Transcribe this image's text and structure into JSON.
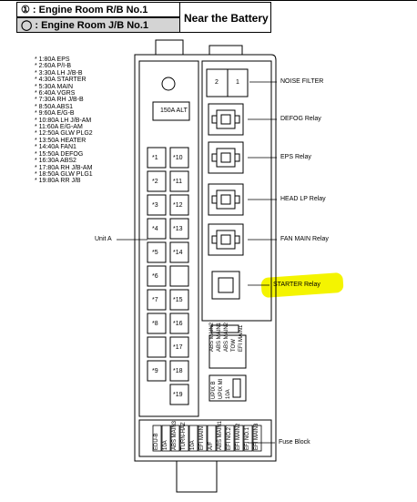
{
  "legend": {
    "row1": "① : Engine Room R/B No.1",
    "row2": "◯ : Engine Room J/B No.1",
    "location": "Near the Battery"
  },
  "fuses": [
    "* 1:80A EPS",
    "* 2:60A P/I-B",
    "* 3:30A LH J/B-B",
    "* 4:30A STARTER",
    "* 5:30A MAIN",
    "* 6:40A VGRS",
    "* 7:30A RH J/B-B",
    "* 8:50A ABS1",
    "* 9:60A E/G-B",
    "* 10:80A LH J/B-AM",
    "* 11:60A E/G-AM",
    "* 12:50A GLW PLG2",
    "* 13:50A HEATER",
    "* 14:40A FAN1",
    "* 15:50A DEFOG",
    "* 16:30A ABS2",
    "* 17:80A RH J/B-AM",
    "* 18:50A GLW PLG1",
    "* 19:80A RR J/B"
  ],
  "callouts": {
    "noise_filter": "NOISE FILTER",
    "defog_relay": "DEFOG Relay",
    "eps_relay": "EPS Relay",
    "head_lp_relay": "HEAD LP Relay",
    "fan_main_relay": "FAN MAIN Relay",
    "starter_relay": "STARTER Relay",
    "unit_a": "Unit A",
    "fuse_block": "Fuse Block"
  },
  "box_labels": {
    "alt": "150A ALT",
    "nf1": "2",
    "nf2": "1",
    "left_col": [
      "*1",
      "*2",
      "*3",
      "*4",
      "*5",
      "*6",
      "*7",
      "*8",
      "",
      "*9"
    ],
    "right_col": [
      "*10",
      "*11",
      "*12",
      "*13",
      "*14",
      "",
      "*15",
      "*16",
      "*17",
      "*18",
      "*19"
    ],
    "mid_fuses": [
      "ABS MAIN2",
      "ABS MAIN1",
      "ABS MAIN2",
      "TOW",
      "EFI MAIN1"
    ],
    "mid_fuses2": [
      "UPIX B",
      "UPIX MI",
      "10A"
    ],
    "bottom_fuses": [
      "EDU-B",
      "10A",
      "ABS MAIN3",
      "TURN-HAZ",
      "10A",
      "EFI MAIN",
      "A/F",
      "ABS MAIN1",
      "EFI NO.2",
      "EFI MAIN2",
      "EFI NO.1",
      "EFI MAIN3"
    ]
  },
  "colors": {
    "highlight": "#f4f400",
    "legend_fill": "#d4d4d4"
  }
}
